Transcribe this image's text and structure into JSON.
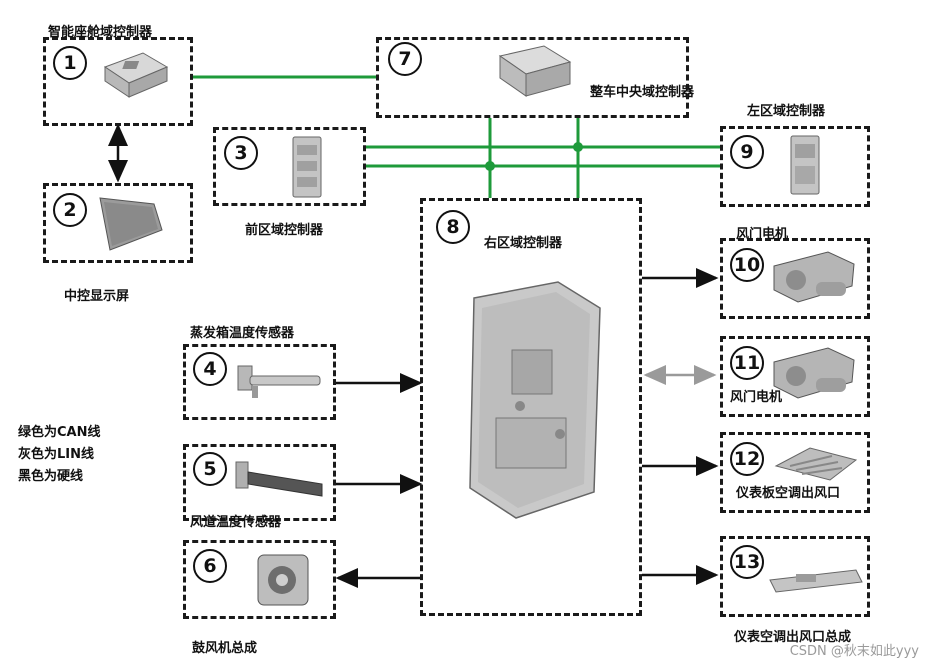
{
  "nodes": [
    {
      "id": "1",
      "label": "智能座舱域控制器"
    },
    {
      "id": "2",
      "label": "中控显示屏"
    },
    {
      "id": "3",
      "label": "前区域控制器"
    },
    {
      "id": "4",
      "label": "蒸发箱温度传感器"
    },
    {
      "id": "5",
      "label": "风道温度传感器"
    },
    {
      "id": "6",
      "label": "鼓风机总成"
    },
    {
      "id": "7",
      "label": "整车中央域控制器"
    },
    {
      "id": "8",
      "label": "右区域控制器"
    },
    {
      "id": "9",
      "label": "左区域控制器"
    },
    {
      "id": "10",
      "label": "风门电机"
    },
    {
      "id": "11",
      "label": "风门电机"
    },
    {
      "id": "12",
      "label": "仪表板空调出风口"
    },
    {
      "id": "13",
      "label": "仪表空调出风口总成"
    }
  ],
  "legend": [
    "绿色为CAN线",
    "灰色为LIN线",
    "黑色为硬线"
  ],
  "colors": {
    "can": "#1e9a3a",
    "lin": "#9a9a9a",
    "hard": "#111111",
    "box_border": "#1a1a1a"
  },
  "watermark": "CSDN @秋末如此yyy"
}
